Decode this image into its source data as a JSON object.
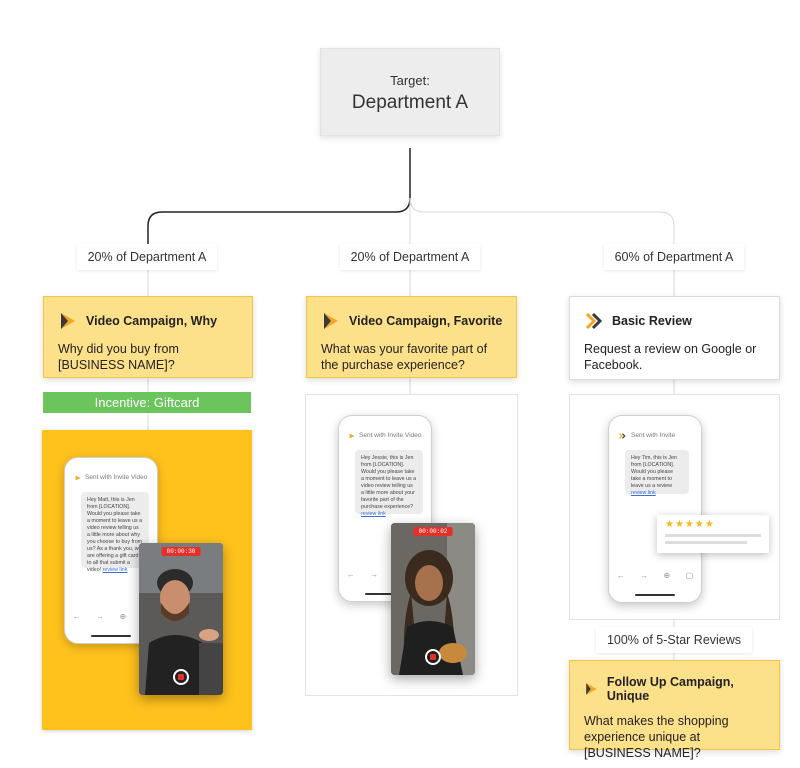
{
  "target": {
    "line1": "Target:",
    "line2": "Department A"
  },
  "branches": [
    {
      "pill": "20% of Department A",
      "card": {
        "title": "Video Campaign, Why",
        "body": "Why did you buy from [BUSINESS NAME]?"
      },
      "incentive": "Incentive: Giftcard",
      "phone": {
        "sent": "Sent with Invite Video",
        "message": "Hey Matt, this is Jen from [LOCATION]. Would you please take a moment to leave us a video review telling us a little more about why you choose to buy from us? As a thank you, we are offering a gift card to all that submit a video!",
        "link": "review link",
        "timer": "00:00:30"
      }
    },
    {
      "pill": "20% of Department A",
      "card": {
        "title": "Video Campaign, Favorite",
        "body": "What was your favorite part of the purchase experience?"
      },
      "phone": {
        "sent": "Sent with Invite Video",
        "message": "Hey Jessie, this is Jen from [LOCATION]. Would you please take a moment to leave us a video review telling us a little more about your favorite part of the purchase experience?",
        "link": "review link",
        "timer": "00:00:02"
      }
    },
    {
      "pill": "60% of Department A",
      "card": {
        "title": "Basic Review",
        "body": "Request a review on Google or Facebook."
      },
      "phone": {
        "sent": "Sent with Invite",
        "message": "Hey Tim, this is Jen from [LOCATION]. Would you please take a moment to leave us a review",
        "link": "review link",
        "stars": "★★★★★"
      },
      "sub_pill": "100% of 5-Star Reviews",
      "followup": {
        "title": "Follow Up Campaign, Unique",
        "body": "What makes the shopping experience unique at [BUSINESS NAME]?"
      }
    }
  ],
  "colors": {
    "accent_yellow": "#ffc21d",
    "card_yellow": "#fde08a",
    "incentive_green": "#6cc45c",
    "record_red": "#e5302a",
    "star_gold": "#f3b81c"
  }
}
